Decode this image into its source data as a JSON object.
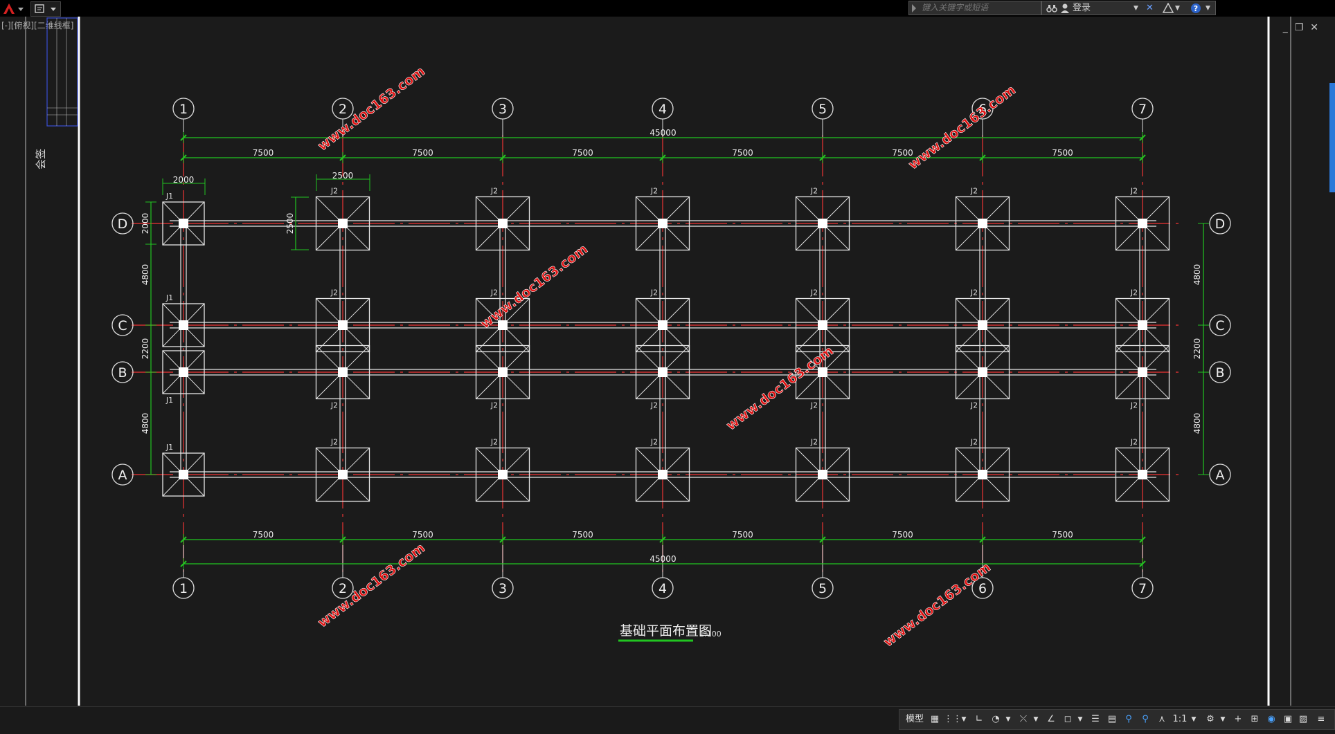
{
  "app": {
    "view_label": "[-][俯视][二维线框]",
    "quick_access_tooltip": "",
    "search_placeholder": "键入关键字或短语",
    "login_label": "登录",
    "mdi_minimize": "_",
    "mdi_restore": "❐",
    "mdi_close": "✕"
  },
  "status_bar": {
    "model_label": "模型",
    "scale_label": "1:1"
  },
  "drawing": {
    "title": "基础平面布置图",
    "scale": "1:100",
    "side_label": "会签",
    "column_axes": [
      "1",
      "2",
      "3",
      "4",
      "5",
      "6",
      "7"
    ],
    "row_axes": [
      "D",
      "C",
      "B",
      "A"
    ],
    "span_labels": [
      "7500",
      "7500",
      "7500",
      "7500",
      "7500",
      "7500"
    ],
    "total_length": "45000",
    "footing_dims": {
      "j1_width": "2000",
      "j2_width": "2500",
      "j1_height": "2000",
      "j2_height": "2500"
    },
    "row_spacings": [
      "4800",
      "2200",
      "4800"
    ],
    "footing_j1": "J1",
    "footing_j2": "J2",
    "watermark": "www.doc163.com",
    "colors": {
      "background": "#1b1b1b",
      "dimension_green": "#21c521",
      "grid_red": "#d03030",
      "line_white": "#e8e8e8",
      "watermark_red": "#e01010"
    }
  }
}
